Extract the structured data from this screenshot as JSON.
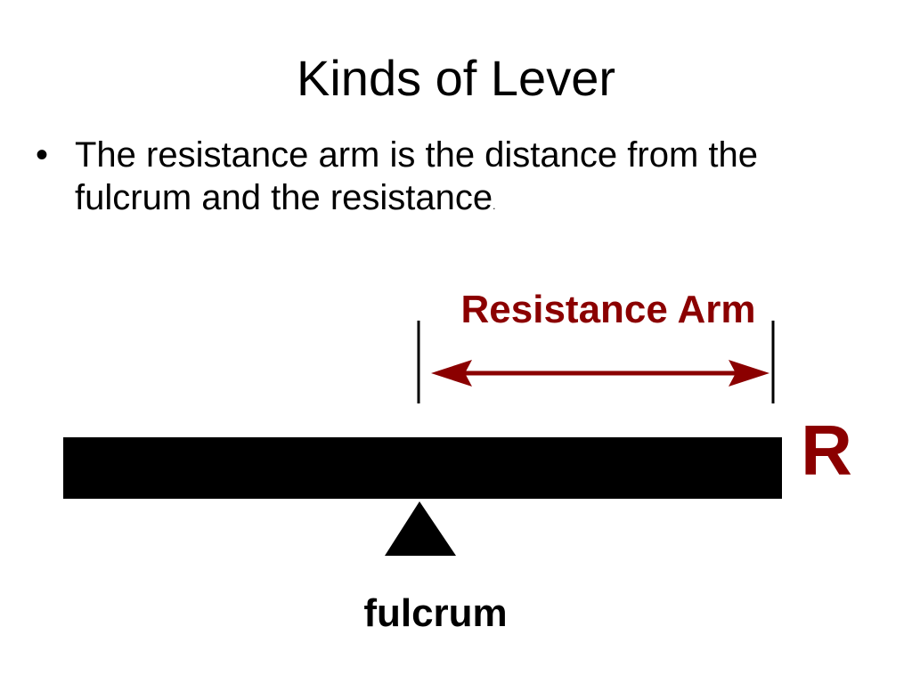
{
  "slide": {
    "title": "Kinds of Lever",
    "bullet_marker": "•",
    "bullet_text": "The resistance arm is the distance from the fulcrum and the resistance",
    "bullet_period": "."
  },
  "diagram": {
    "arm_label": "Resistance Arm",
    "resistance_label": "R",
    "fulcrum_label": "fulcrum",
    "colors": {
      "accent": "#8b0000",
      "lever": "#000000",
      "text": "#000000"
    }
  }
}
